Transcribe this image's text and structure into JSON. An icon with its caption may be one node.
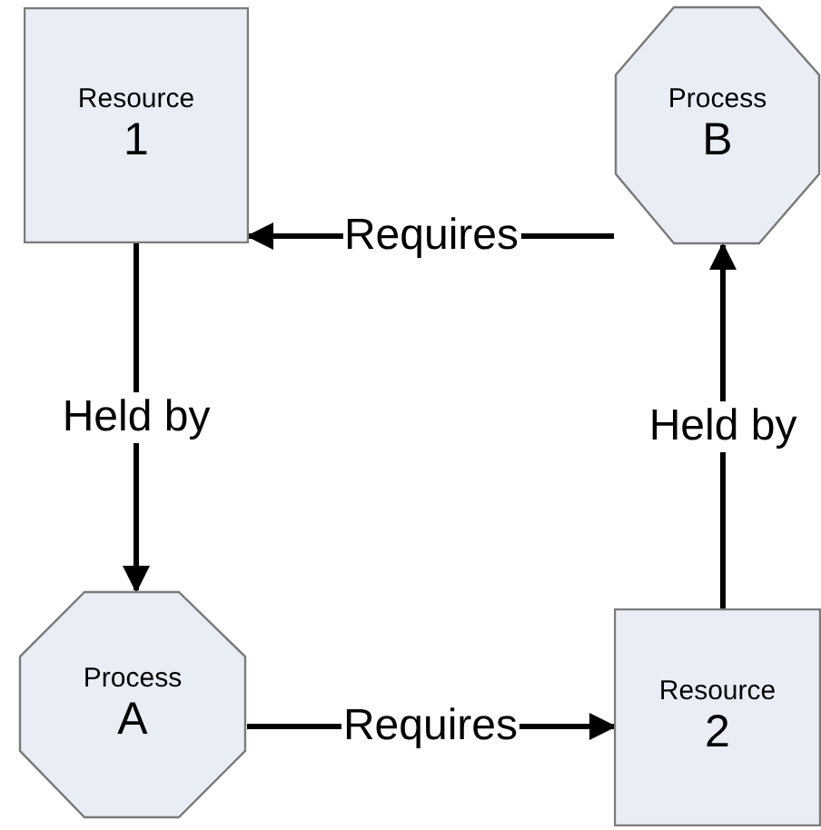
{
  "diagram": {
    "nodes": [
      {
        "text": [
          "Resource",
          "1"
        ]
      },
      {
        "text": [
          "Process",
          "B"
        ]
      },
      {
        "text": [
          "Process",
          "A"
        ]
      },
      {
        "text": [
          "Resource",
          "2"
        ]
      }
    ],
    "edges": [
      {
        "from": 1,
        "to": 0,
        "arrow": "to",
        "label": "Requires"
      },
      {
        "from": 0,
        "to": 2,
        "arrow": "to",
        "label": "Held by"
      },
      {
        "from": 2,
        "to": 3,
        "arrow": "to",
        "label": "Requires"
      },
      {
        "from": 3,
        "to": 1,
        "arrow": "to",
        "label": "Held by"
      }
    ]
  }
}
